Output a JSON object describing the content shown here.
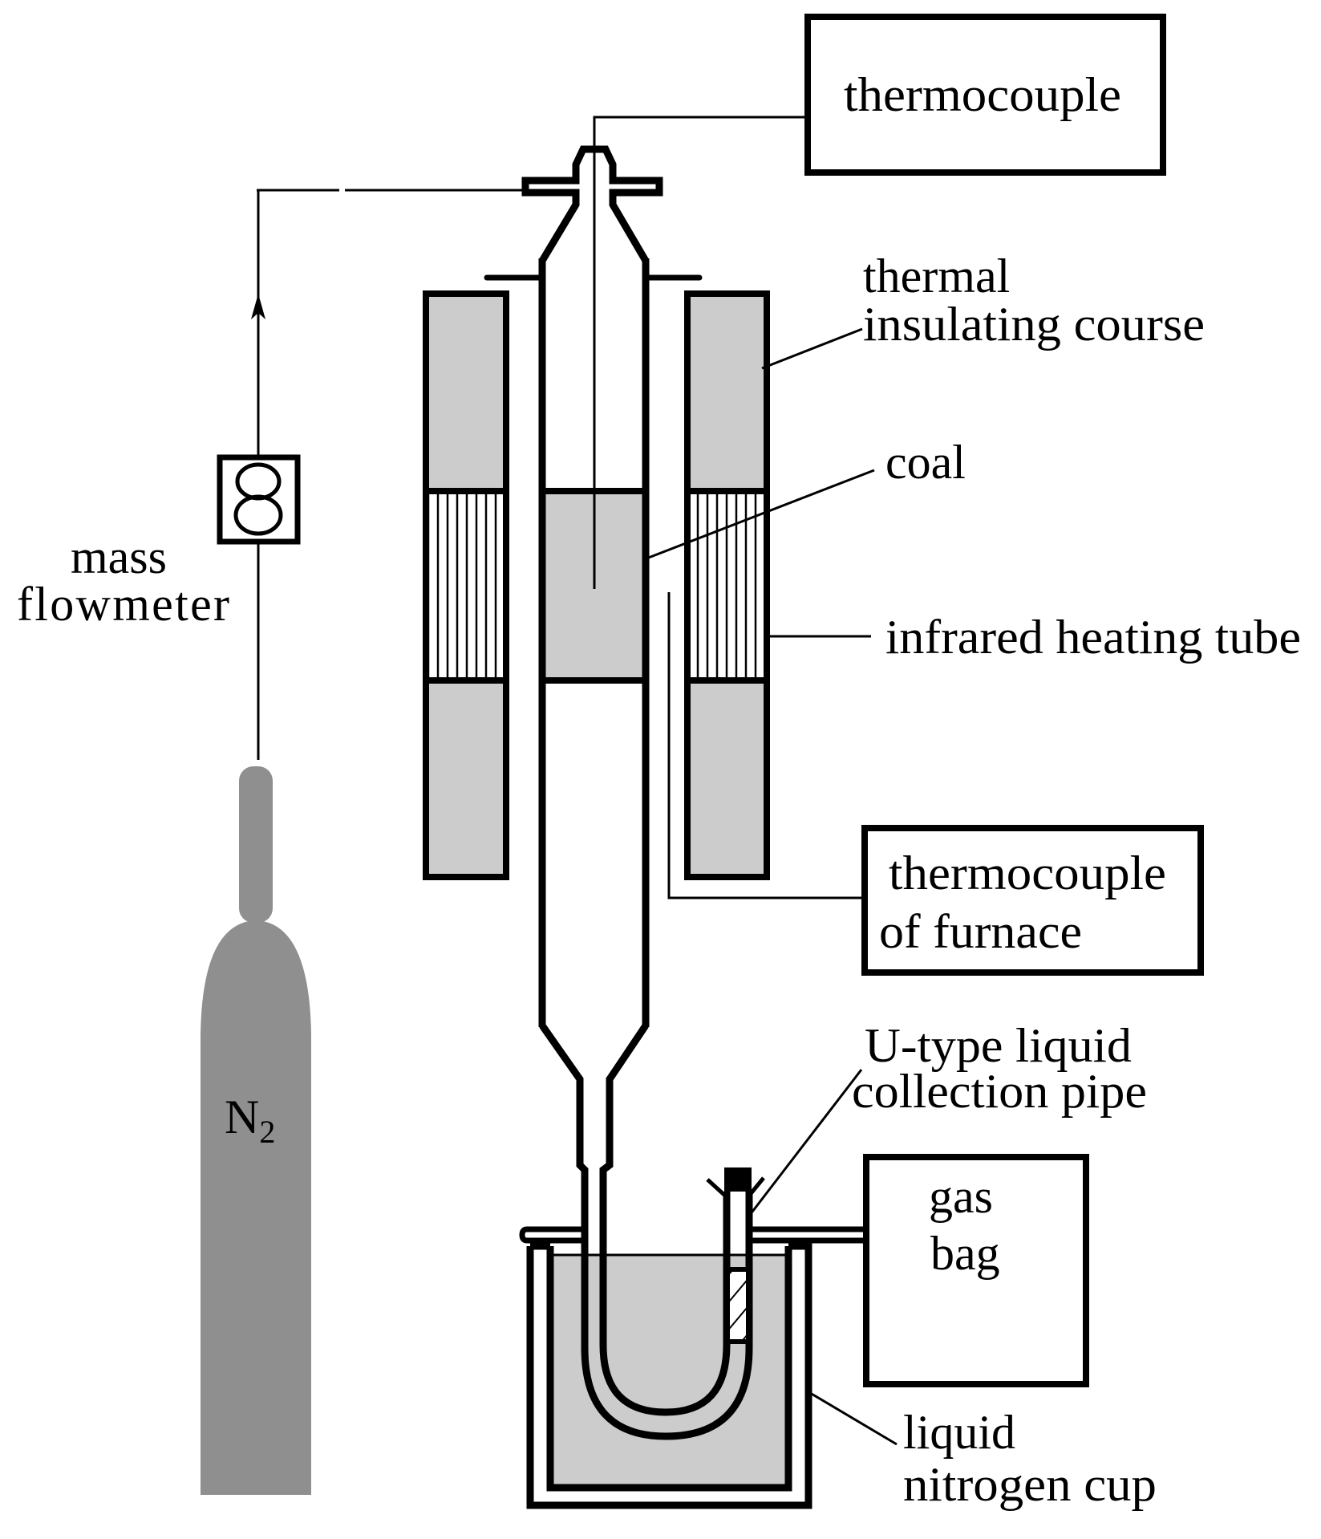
{
  "figure": {
    "type": "experimental apparatus schematic",
    "labels": {
      "thermocouple": "thermocouple",
      "thermal_insulating_line1": "thermal",
      "thermal_insulating_line2": "insulating course",
      "coal": "coal",
      "infrared_heating_tube": "infrared heating tube",
      "thermocouple_of_furnace_line1": "thermocouple",
      "thermocouple_of_furnace_line2": "of furnace",
      "u_type_line1": "U-type liquid",
      "u_type_line2": "collection pipe",
      "gas_bag_line1": "gas",
      "gas_bag_line2": "bag",
      "liquid_nitrogen_line1": "liquid",
      "liquid_nitrogen_line2": "nitrogen cup",
      "mass_flowmeter_line1": "mass",
      "mass_flowmeter_line2": "flowmeter",
      "n2_base": "N",
      "n2_subscript": "2",
      "flowmeter_glyph": "8"
    },
    "colors": {
      "stroke": "#000000",
      "insulation_fill": "#cccccc",
      "coal_fill": "#cccccc",
      "liquid_nitrogen_fill": "#cccccc",
      "cylinder_fill": "#8f8f8f",
      "background": "#ffffff"
    }
  }
}
